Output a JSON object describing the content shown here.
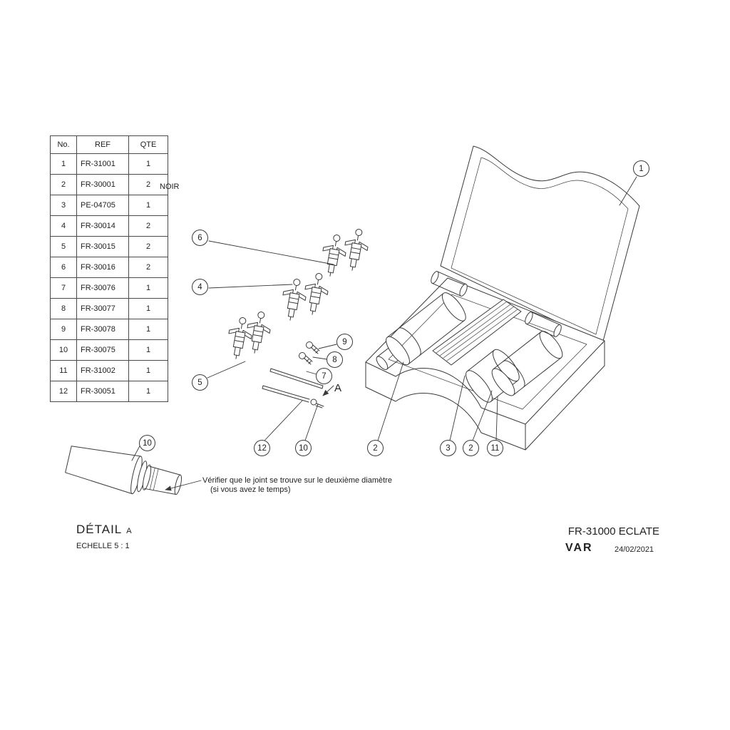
{
  "table": {
    "headers": {
      "no": "No.",
      "ref": "REF",
      "qte": "QTE"
    },
    "rows": [
      {
        "no": "1",
        "ref": "FR-31001",
        "qte": "1"
      },
      {
        "no": "2",
        "ref": "FR-30001",
        "qte": "2"
      },
      {
        "no": "3",
        "ref": "PE-04705",
        "qte": "1"
      },
      {
        "no": "4",
        "ref": "FR-30014",
        "qte": "2"
      },
      {
        "no": "5",
        "ref": "FR-30015",
        "qte": "2"
      },
      {
        "no": "6",
        "ref": "FR-30016",
        "qte": "2"
      },
      {
        "no": "7",
        "ref": "FR-30076",
        "qte": "1"
      },
      {
        "no": "8",
        "ref": "FR-30077",
        "qte": "1"
      },
      {
        "no": "9",
        "ref": "FR-30078",
        "qte": "1"
      },
      {
        "no": "10",
        "ref": "FR-30075",
        "qte": "1"
      },
      {
        "no": "11",
        "ref": "FR-31002",
        "qte": "1"
      },
      {
        "no": "12",
        "ref": "FR-30051",
        "qte": "1"
      }
    ]
  },
  "labels": {
    "noir": "NOIR",
    "view_marker": "A"
  },
  "note": {
    "line1": "Vérifier que le joint se trouve sur le deuxième diamètre",
    "line2": "(si vous avez le temps)"
  },
  "detail_view": {
    "title": "DÉTAIL",
    "marker": "A",
    "scale": "ECHELLE  5 : 1"
  },
  "title_block": {
    "drawing_title": "FR-31000 ECLATE",
    "author": "VAR",
    "date": "24/02/2021"
  },
  "balloons": [
    {
      "label": "1"
    },
    {
      "label": "6"
    },
    {
      "label": "4"
    },
    {
      "label": "5"
    },
    {
      "label": "9"
    },
    {
      "label": "8"
    },
    {
      "label": "7"
    },
    {
      "label": "12"
    },
    {
      "label": "10"
    },
    {
      "label": "2"
    },
    {
      "label": "3"
    },
    {
      "label": "2"
    },
    {
      "label": "11"
    },
    {
      "label": "10"
    }
  ]
}
